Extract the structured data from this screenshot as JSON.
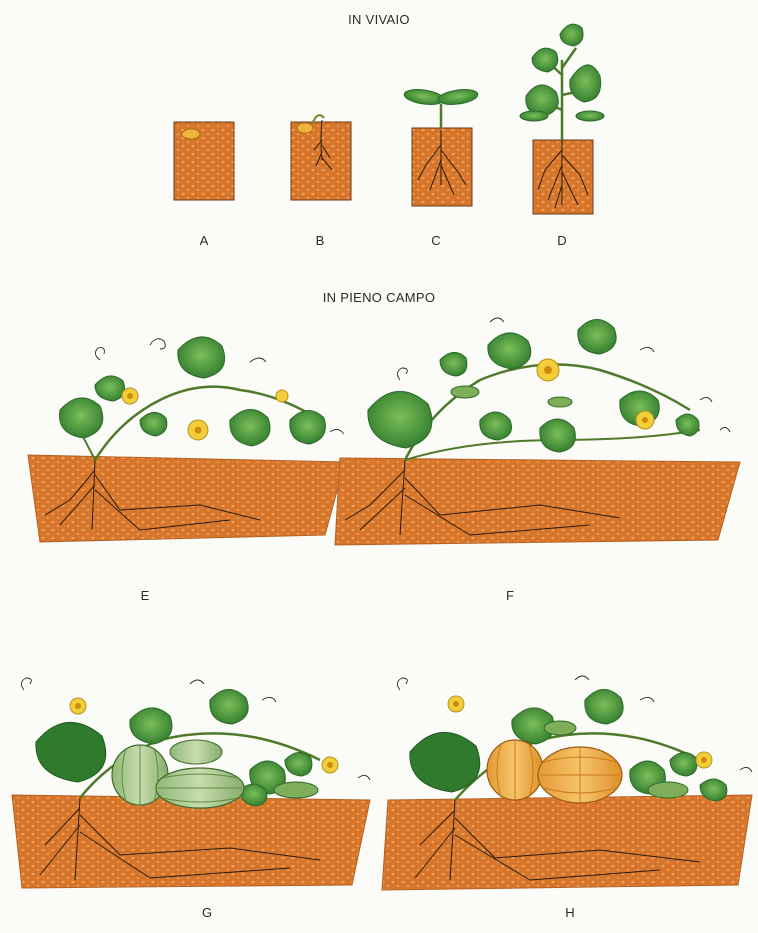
{
  "sections": {
    "nursery_title": "IN VIVAIO",
    "field_title": "IN PIENO CAMPO"
  },
  "stages": {
    "a": "A",
    "b": "B",
    "c": "C",
    "d": "D",
    "e": "E",
    "f": "F",
    "g": "G",
    "h": "H"
  },
  "colors": {
    "soil": "#d8772c",
    "soil_light": "#f0a25a",
    "leaf": "#3f8f3a",
    "leaf_dark": "#2c6b2a",
    "flower": "#f2cf3a",
    "melon_green": "#a9c98a",
    "melon_orange": "#f0b04a"
  }
}
